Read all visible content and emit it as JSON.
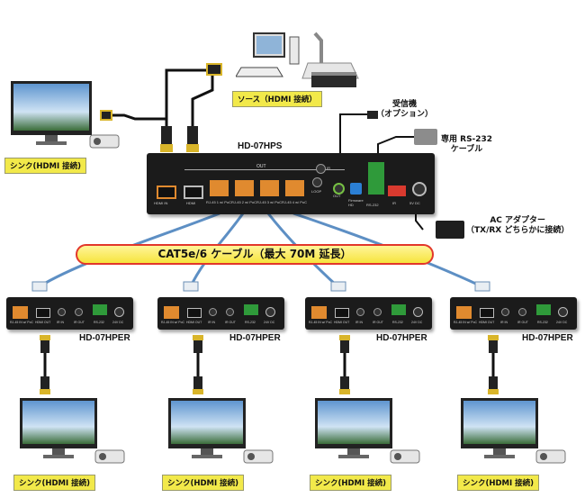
{
  "title_main": "HD-07HPS",
  "banner_text": "CAT5e/6 ケーブル（最大 70M 延長）",
  "source_label": "ソース（HDMI 接続）",
  "sink_label": "シンク(HDMI 接続)",
  "receiver_optional": "受信機\n（オプション）",
  "rs232_label": "専用 RS-232\nケーブル",
  "ac_label": "AC アダプター\n（TX/RX どちらかに接続）",
  "main_panel": {
    "hdmi_in": "HDMI IN",
    "hdmi_out": "HDMI",
    "out_group": "OUT",
    "ports": [
      "RJ-45 1 w/ PoC",
      "RJ-45 2 w/ PoC",
      "RJ-45 3 w/ PoC",
      "RJ-45 4 w/ PoC"
    ],
    "ir": "IR",
    "loop": "LOOP",
    "out": "OUT",
    "firmware": "Firmware HD",
    "rs232": "RS-232",
    "ir_in": "IR",
    "power": "5V DC"
  },
  "receivers": [
    {
      "model": "HD-07HPER",
      "sink": "シンク(HDMI 接続)"
    },
    {
      "model": "HD-07HPER",
      "sink": "シンク(HDMI 接続)"
    },
    {
      "model": "HD-07HPER",
      "sink": "シンク(HDMI 接続)"
    },
    {
      "model": "HD-07HPER",
      "sink": "シンク(HDMI 接続)"
    }
  ],
  "rx_panel": {
    "rj45": "RJ-45 IN w/ PoC",
    "hdmi": "HDMI OUT",
    "ir_in": "IR IN",
    "ir_out": "IR OUT",
    "rs232": "RS-232",
    "dc": "24V DC"
  },
  "colors": {
    "banner_fill": "#f6e43d",
    "banner_border": "#e2372b",
    "label_fill": "#f2e94a",
    "cat_cable": "#5d8fc4",
    "rj45_port": "#e08a2f"
  }
}
